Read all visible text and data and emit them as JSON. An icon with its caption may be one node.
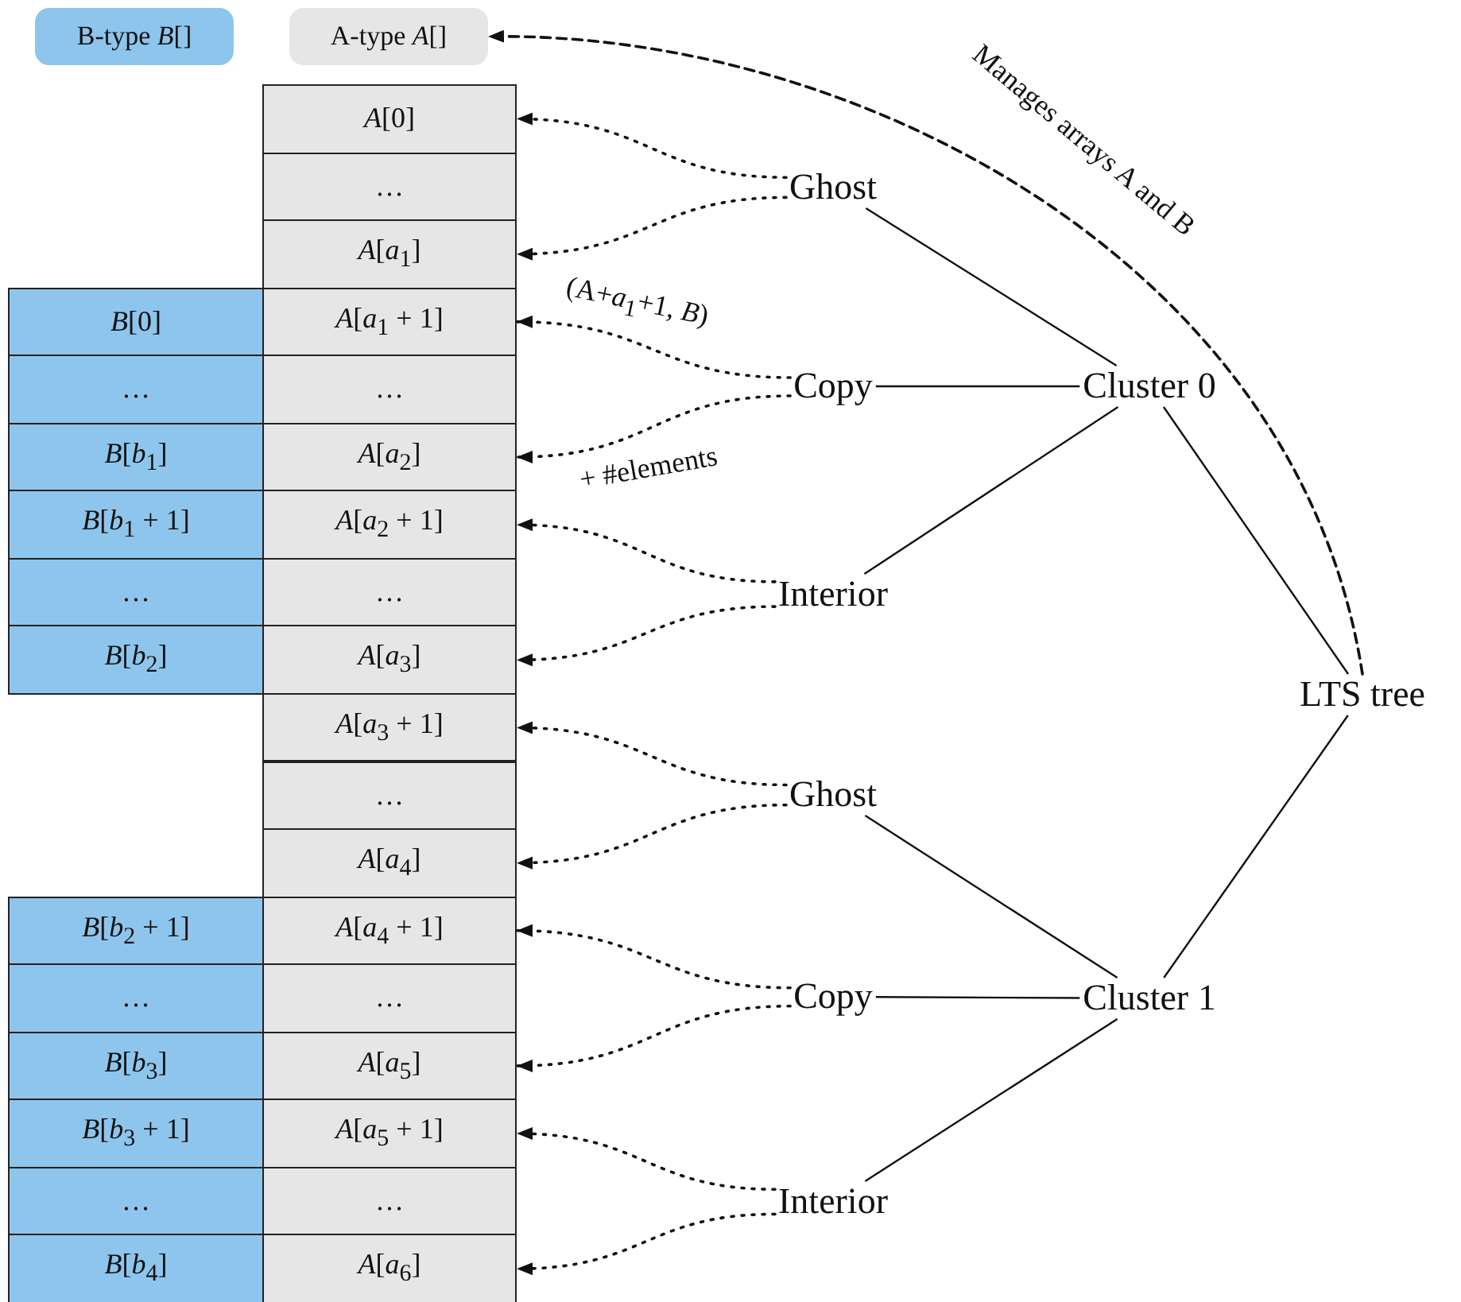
{
  "diagram": {
    "nodes": [
      {
        "text": [
          "B-type *B*[]"
        ]
      },
      {
        "text": [
          "A-type *A*[]"
        ]
      },
      {
        "text": [
          "*A*[0]"
        ]
      },
      {
        "text": [
          "…"
        ]
      },
      {
        "text": [
          "*A*[*a*$_{1}$]"
        ]
      },
      {
        "text": [
          "*A*[*a*$_{1}$ + 1]"
        ]
      },
      {
        "text": [
          "…"
        ]
      },
      {
        "text": [
          "*A*[*a*$_{2}$]"
        ]
      },
      {
        "text": [
          "*A*[*a*$_{2}$ + 1]"
        ]
      },
      {
        "text": [
          "…"
        ]
      },
      {
        "text": [
          "*A*[*a*$_{3}$]"
        ]
      },
      {
        "text": [
          "*A*[*a*$_{3}$ + 1]"
        ]
      },
      {
        "text": [
          "…"
        ]
      },
      {
        "text": [
          "*A*[*a*$_{4}$]"
        ]
      },
      {
        "text": [
          "*A*[*a*$_{4}$ + 1]"
        ]
      },
      {
        "text": [
          "…"
        ]
      },
      {
        "text": [
          "*A*[*a*$_{5}$]"
        ]
      },
      {
        "text": [
          "*A*[*a*$_{5}$ + 1]"
        ]
      },
      {
        "text": [
          "…"
        ]
      },
      {
        "text": [
          "*A*[*a*$_{6}$]"
        ]
      },
      {
        "text": [
          "*B*[0]"
        ]
      },
      {
        "text": [
          "…"
        ]
      },
      {
        "text": [
          "*B*[*b*$_{1}$]"
        ]
      },
      {
        "text": [
          "*B*[*b*$_{1}$ + 1]"
        ]
      },
      {
        "text": [
          "…"
        ]
      },
      {
        "text": [
          "*B*[*b*$_{2}$]"
        ]
      },
      {
        "text": [
          "*B*[*b*$_{2}$ + 1]"
        ]
      },
      {
        "text": [
          "…"
        ]
      },
      {
        "text": [
          "*B*[*b*$_{3}$]"
        ]
      },
      {
        "text": [
          "*B*[*b*$_{3}$ + 1]"
        ]
      },
      {
        "text": [
          "…"
        ]
      },
      {
        "text": [
          "*B*[*b*$_{4}$]"
        ]
      },
      {
        "text": [
          "Ghost"
        ]
      },
      {
        "text": [
          "Copy"
        ]
      },
      {
        "text": [
          "Interior"
        ]
      },
      {
        "text": [
          "Cluster 0"
        ]
      },
      {
        "text": [
          "Ghost"
        ]
      },
      {
        "text": [
          "Copy"
        ]
      },
      {
        "text": [
          "Interior"
        ]
      },
      {
        "text": [
          "Cluster 1"
        ]
      },
      {
        "text": [
          "LTS tree"
        ]
      }
    ],
    "edges": [
      {
        "from": 32,
        "to": 2,
        "arrow": "to",
        "style": "dashed"
      },
      {
        "from": 32,
        "to": 4,
        "arrow": "to",
        "style": "dashed"
      },
      {
        "from": 33,
        "to": 5,
        "arrow": "to",
        "style": "dashed",
        "label": "(A+*a*$_{1}$+1, *B*)"
      },
      {
        "from": 33,
        "to": 7,
        "arrow": "to",
        "style": "dashed",
        "label": "+ #elements"
      },
      {
        "from": 34,
        "to": 8,
        "arrow": "to",
        "style": "dashed"
      },
      {
        "from": 34,
        "to": 10,
        "arrow": "to",
        "style": "dashed"
      },
      {
        "from": 35,
        "to": 32,
        "arrow": "none"
      },
      {
        "from": 35,
        "to": 33,
        "arrow": "none"
      },
      {
        "from": 35,
        "to": 34,
        "arrow": "none"
      },
      {
        "from": 36,
        "to": 11,
        "arrow": "to",
        "style": "dashed"
      },
      {
        "from": 36,
        "to": 13,
        "arrow": "to",
        "style": "dashed"
      },
      {
        "from": 37,
        "to": 14,
        "arrow": "to",
        "style": "dashed"
      },
      {
        "from": 37,
        "to": 16,
        "arrow": "to",
        "style": "dashed"
      },
      {
        "from": 38,
        "to": 17,
        "arrow": "to",
        "style": "dashed"
      },
      {
        "from": 38,
        "to": 19,
        "arrow": "to",
        "style": "dashed"
      },
      {
        "from": 39,
        "to": 36,
        "arrow": "none"
      },
      {
        "from": 39,
        "to": 37,
        "arrow": "none"
      },
      {
        "from": 39,
        "to": 38,
        "arrow": "none"
      },
      {
        "from": 40,
        "to": 35,
        "arrow": "none"
      },
      {
        "from": 40,
        "to": 39,
        "arrow": "none"
      },
      {
        "from": 40,
        "to": 1,
        "arrow": "to",
        "style": "dashed",
        "label": "Manages arrays A and B"
      }
    ]
  }
}
